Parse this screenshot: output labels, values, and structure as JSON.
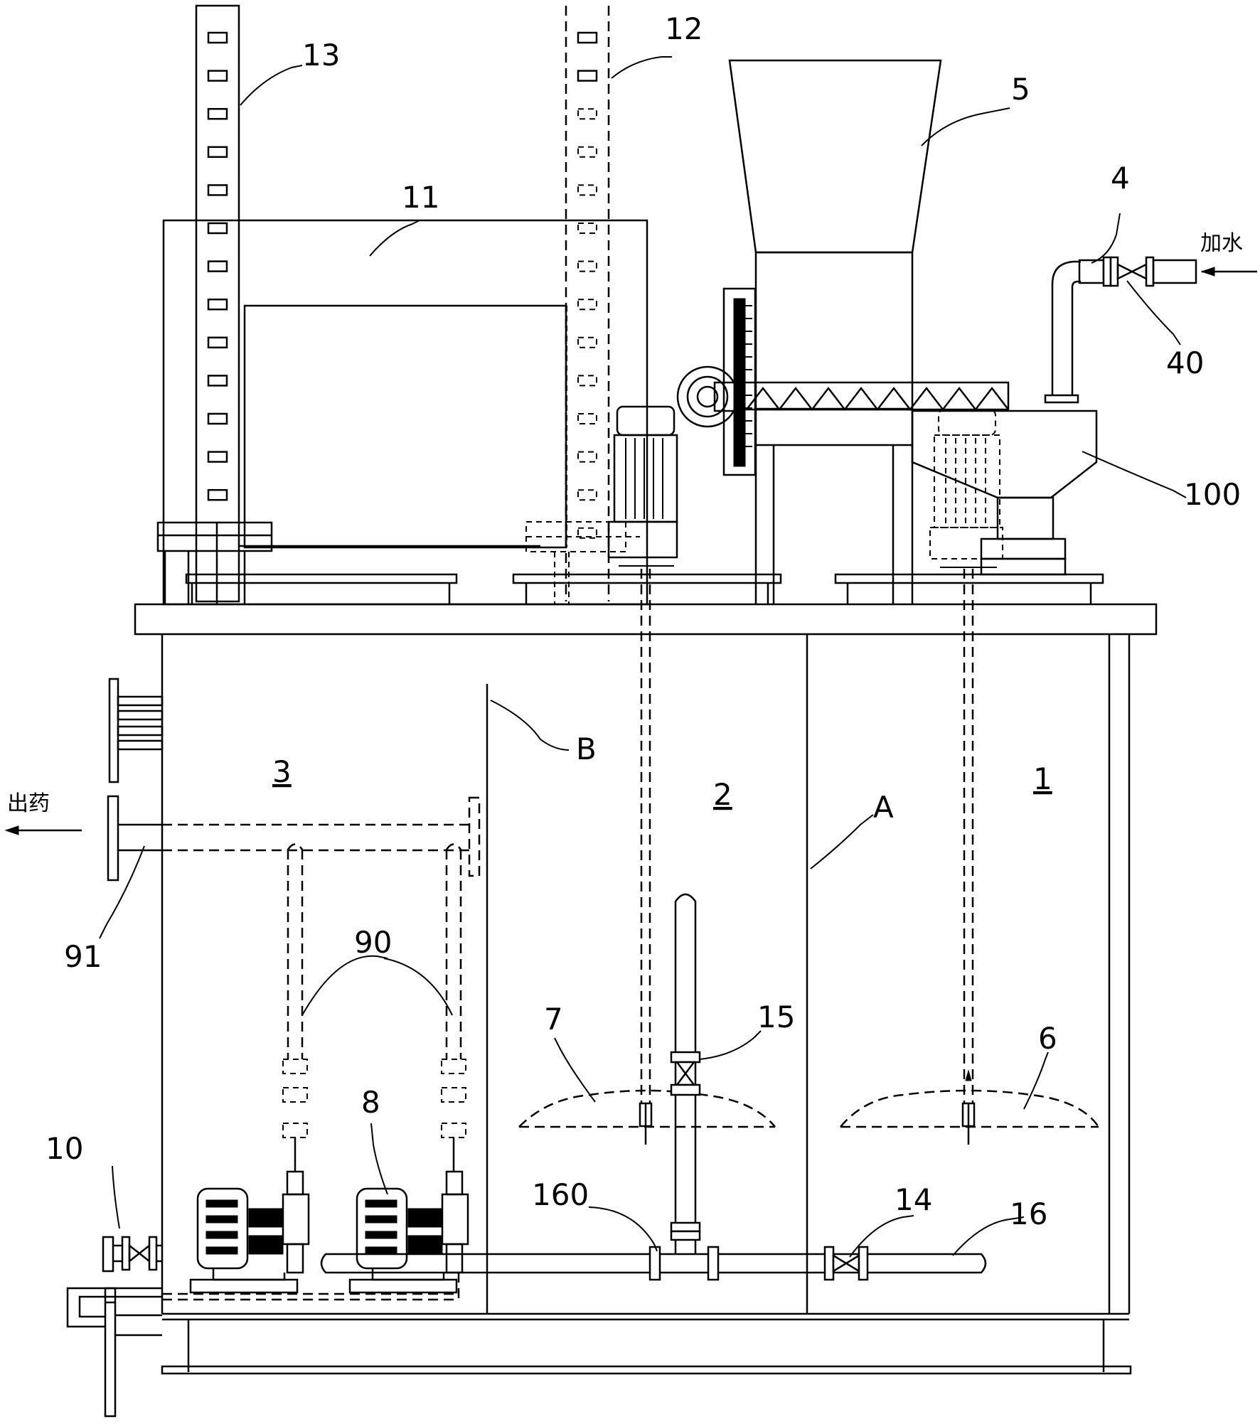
{
  "labels": {
    "l1": "1",
    "l2": "2",
    "l3": "3",
    "l4": "4",
    "l5": "5",
    "l6": "6",
    "l7": "7",
    "l8": "8",
    "l10": "10",
    "l11": "11",
    "l12": "12",
    "l13": "13",
    "l14": "14",
    "l15": "15",
    "l16": "16",
    "l40": "40",
    "l90": "90",
    "l91": "91",
    "l100": "100",
    "l160": "160",
    "lA": "A",
    "lB": "B"
  },
  "annotations": {
    "water_in": "加水",
    "medicine_out": "出药"
  }
}
